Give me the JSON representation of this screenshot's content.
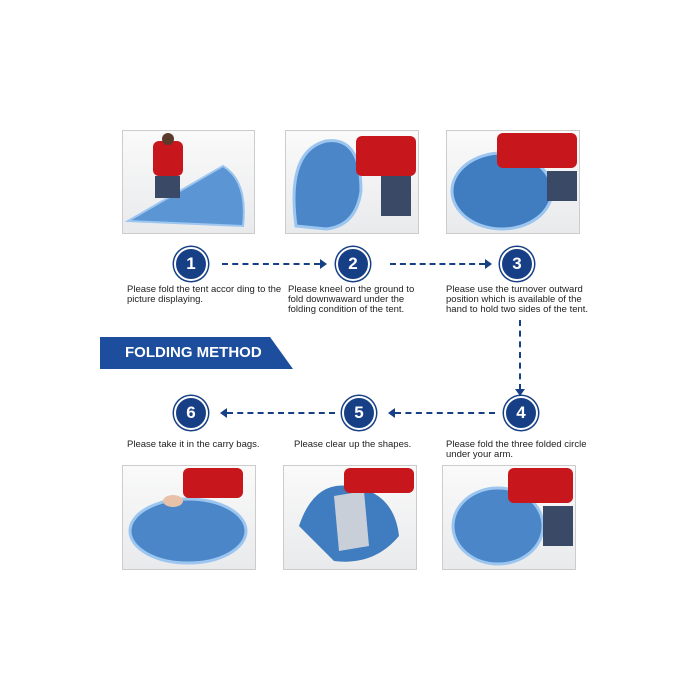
{
  "title": "FOLDING METHOD",
  "steps": [
    {
      "number": "1",
      "text": "Please fold the tent accor ding to the picture displaying."
    },
    {
      "number": "2",
      "text": "Please kneel on the ground to fold downwaward under the folding condition of the tent."
    },
    {
      "number": "3",
      "text": "Please use the turnover outward position which is available of the hand to hold two sides of the tent."
    },
    {
      "number": "4",
      "text": "Please fold the three folded circle under your arm."
    },
    {
      "number": "5",
      "text": "Please clear up the shapes."
    },
    {
      "number": "6",
      "text": "Please take it in the carry bags."
    }
  ],
  "colors": {
    "accent": "#173f86",
    "banner": "#1d4e9e",
    "tent": "#4a86c8",
    "jacket": "#c8161d"
  }
}
